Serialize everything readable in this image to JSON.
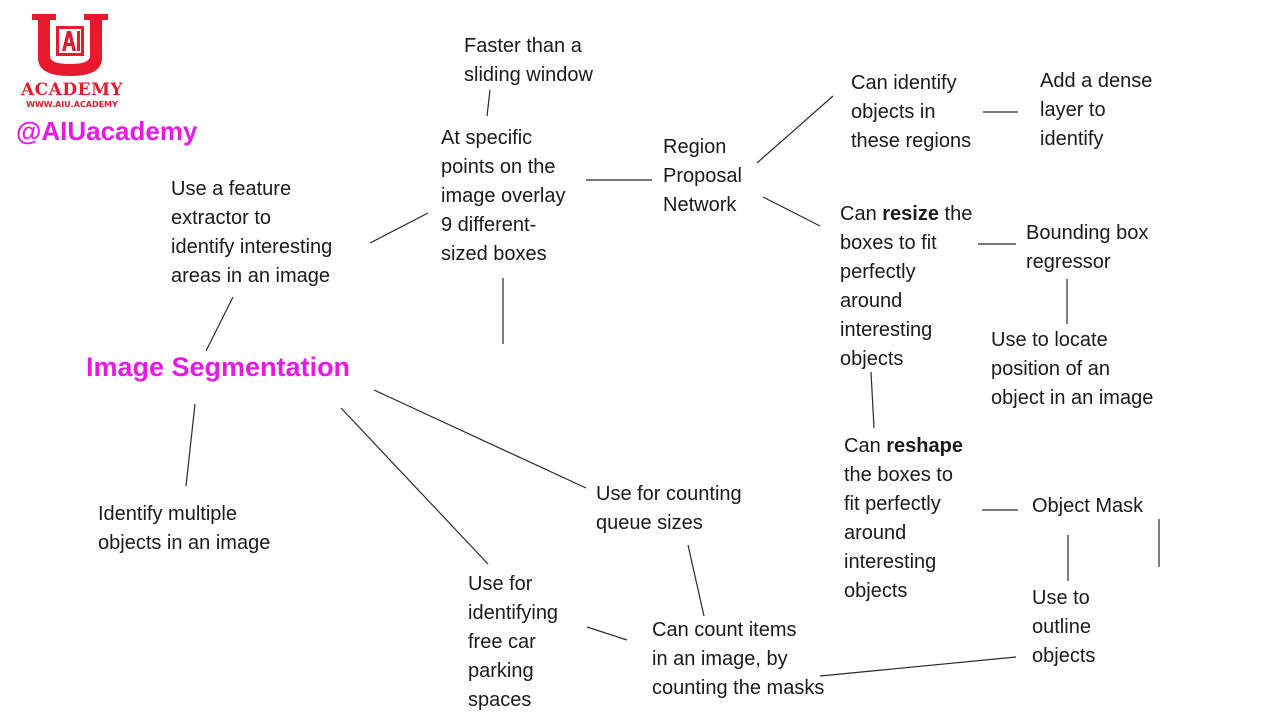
{
  "brand": {
    "logo_name": "ACADEMY",
    "logo_url": "WWW.AIU.ACADEMY",
    "handle": "@AIUacademy",
    "color": "#e8192c",
    "handle_color": "#e619e6"
  },
  "diagram": {
    "title": "Image Segmentation",
    "title_color": "#e619e6",
    "nodes": {
      "feature_extractor": "Use a feature\nextractor to\nidentify interesting\nareas in an image",
      "sliding_window": "Faster than a\nsliding window",
      "specific_points": "At specific\npoints on the\nimage overlay\n9 different-\nsized boxes",
      "rpn": "Region\nProposal\nNetwork",
      "identify_regions": "Can identify\nobjects in\nthese regions",
      "dense_layer": "Add a dense\nlayer to\nidentify",
      "resize": {
        "pre": "Can ",
        "bold": "resize",
        "post": " the\nboxes to fit\nperfectly\naround\ninteresting\nobjects"
      },
      "bbox_regressor": "Bounding box\nregressor",
      "locate_position": "Use to locate\nposition of an\nobject in an image",
      "reshape": {
        "pre": "Can ",
        "bold": "reshape",
        "post": "\nthe boxes to\nfit perfectly\naround\ninteresting\nobjects"
      },
      "object_mask": "Object Mask",
      "outline_objects": "Use to\noutline\nobjects",
      "multiple_objects": "Identify multiple\nobjects in an image",
      "queue_sizes": "Use for counting\nqueue sizes",
      "parking_spaces": "Use for\nidentifying\nfree car\nparking\nspaces",
      "count_items": "Can count items\nin an image, by\ncounting the masks"
    }
  }
}
